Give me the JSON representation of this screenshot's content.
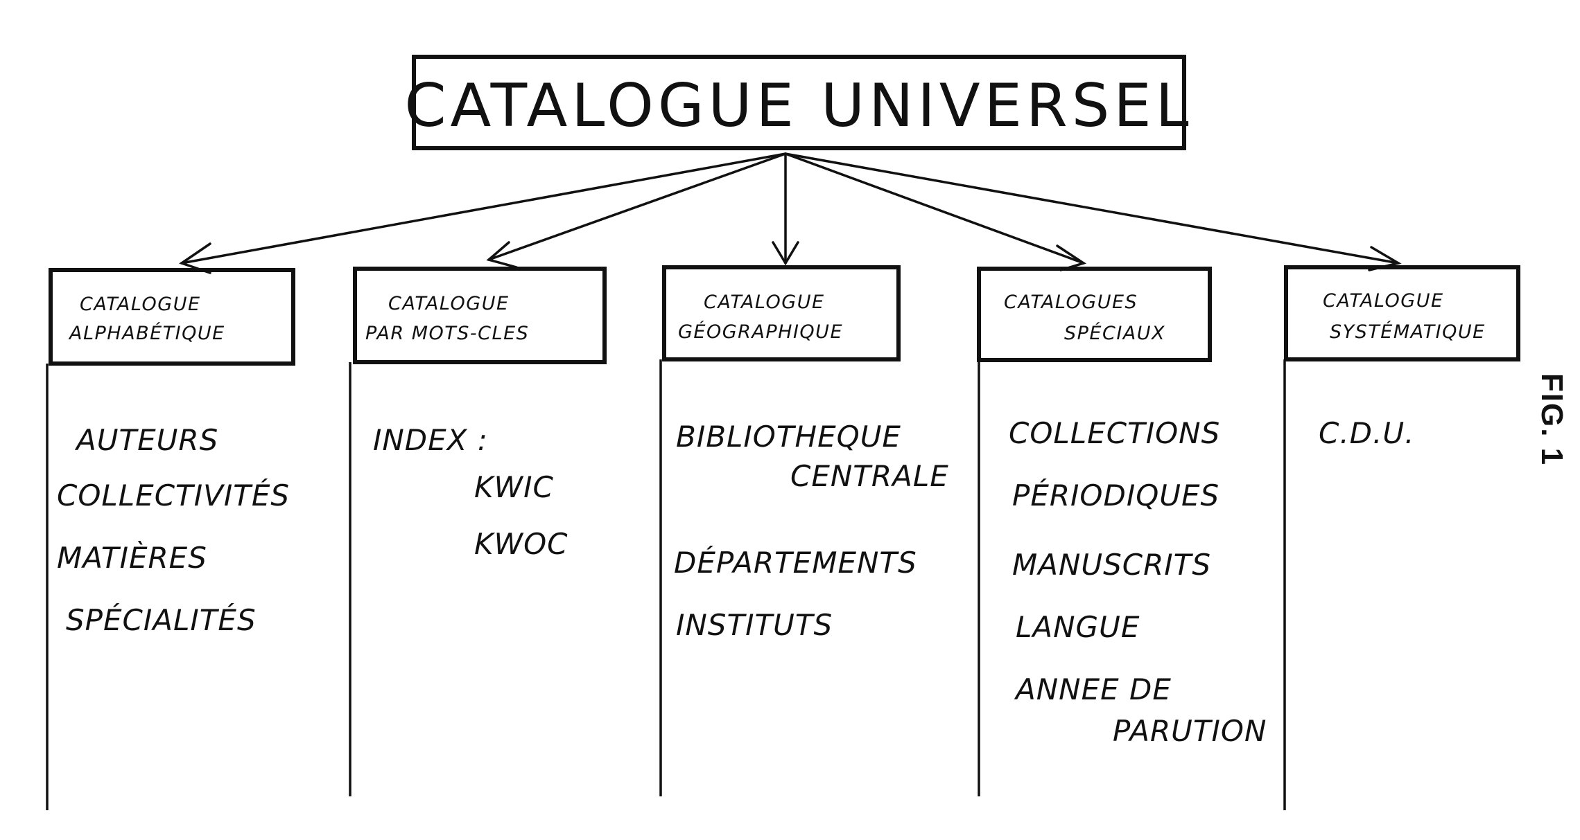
{
  "root": {
    "title": "CATALOGUE UNIVERSEL"
  },
  "branches": [
    {
      "label_lines": [
        "CATALOGUE",
        "ALPHABÉTIQUE"
      ],
      "items": [
        "AUTEURS",
        "COLLECTIVITÉS",
        "MATIÈRES",
        "SPÉCIALITÉS"
      ]
    },
    {
      "label_lines": [
        "CATALOGUE",
        "PAR MOTS-CLES"
      ],
      "items": [
        "INDEX :",
        "KWIC",
        "KWOC"
      ]
    },
    {
      "label_lines": [
        "CATALOGUE",
        "GÉOGRAPHIQUE"
      ],
      "items": [
        "BIBLIOTHEQUE",
        "CENTRALE",
        "DÉPARTEMENTS",
        "INSTITUTS"
      ]
    },
    {
      "label_lines": [
        "CATALOGUES",
        "SPÉCIAUX"
      ],
      "items": [
        "COLLECTIONS",
        "PÉRIODIQUES",
        "MANUSCRITS",
        "LANGUE",
        "ANNEE DE",
        "PARUTION"
      ]
    },
    {
      "label_lines": [
        "CATALOGUE",
        "SYSTÉMATIQUE"
      ],
      "items": [
        "C.D.U."
      ]
    }
  ],
  "figure_label": "FIG. 1",
  "colors": {
    "ink": "#111111",
    "paper": "#ffffff"
  }
}
